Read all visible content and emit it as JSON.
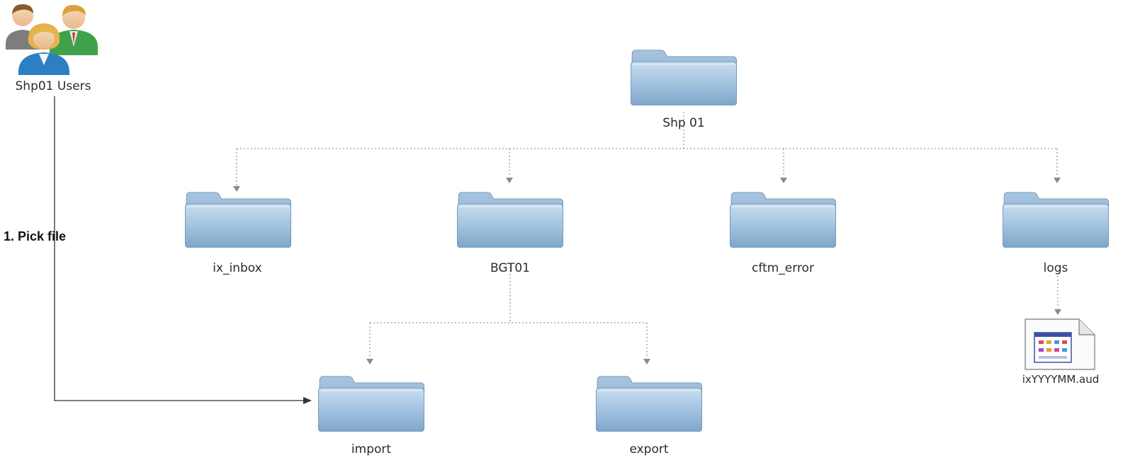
{
  "users": {
    "label": "Shp01 Users",
    "icon": "users-group-icon"
  },
  "step": {
    "label": "1. Pick file"
  },
  "folders": {
    "root": {
      "label": "Shp 01"
    },
    "ix_inbox": {
      "label": "ix_inbox"
    },
    "bgt01": {
      "label": "BGT01"
    },
    "cftm_error": {
      "label": "cftm_error"
    },
    "logs": {
      "label": "logs"
    },
    "import": {
      "label": "import"
    },
    "export": {
      "label": "export"
    }
  },
  "file": {
    "label": "ixYYYYMM.aud",
    "icon": "audit-file-icon"
  },
  "colors": {
    "folder_light": "#b9d3ea",
    "folder_dark": "#7fa6c9",
    "connector": "#9a9a9a",
    "arrow": "#333333"
  }
}
